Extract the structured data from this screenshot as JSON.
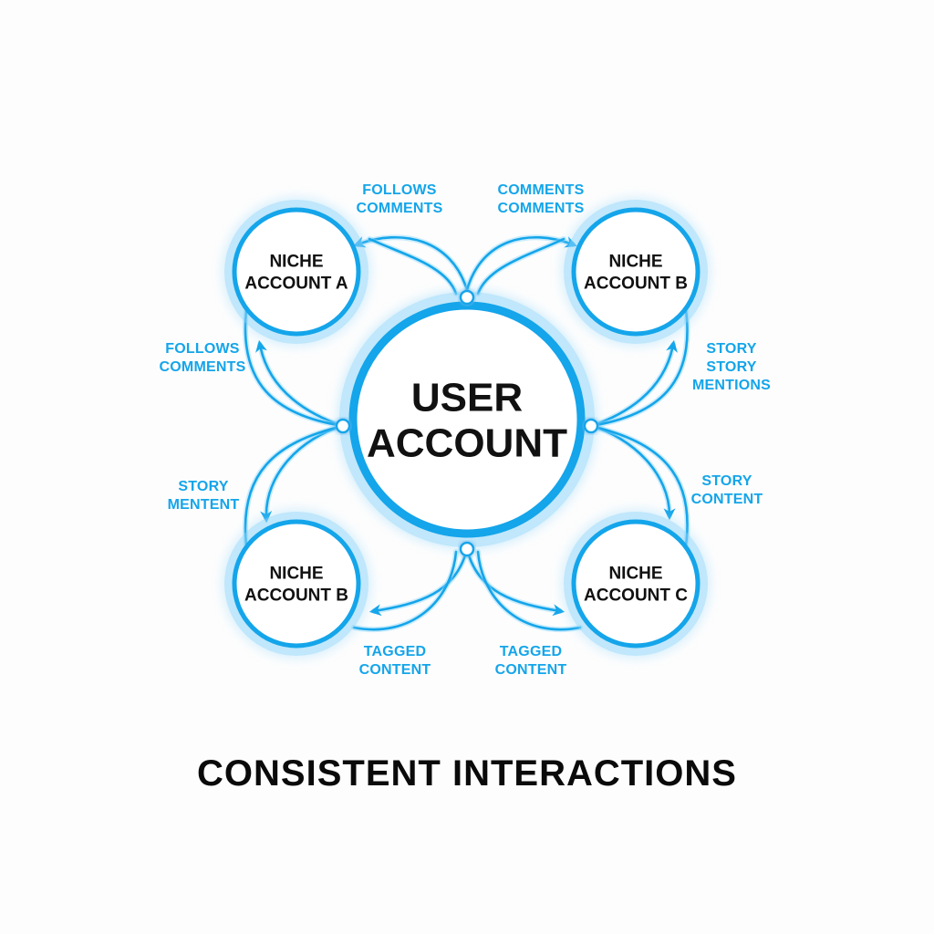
{
  "colors": {
    "accent": "#14a5ea",
    "glow": "#8fd6fb",
    "node_fill": "#ffffff",
    "text": "#111111"
  },
  "diagram": {
    "center": {
      "lines": [
        "USER",
        "ACCOUNT"
      ]
    },
    "nodes": [
      {
        "id": "a",
        "lines": [
          "NICHE",
          "ACCOUNT A"
        ]
      },
      {
        "id": "b-top",
        "lines": [
          "NICHE",
          "ACCOUNT B"
        ]
      },
      {
        "id": "b-bottom",
        "lines": [
          "NICHE",
          "ACCOUNT B"
        ]
      },
      {
        "id": "c",
        "lines": [
          "NICHE",
          "ACCOUNT C"
        ]
      }
    ],
    "edge_labels": [
      {
        "id": "top-left",
        "lines": [
          "FOLLOWS",
          "COMMENTS"
        ]
      },
      {
        "id": "top-right",
        "lines": [
          "COMMENTS",
          "COMMENTS"
        ]
      },
      {
        "id": "left-upper",
        "lines": [
          "FOLLOWS",
          "COMMENTS"
        ]
      },
      {
        "id": "left-lower",
        "lines": [
          "STORY",
          "MENTENT"
        ]
      },
      {
        "id": "right-upper",
        "lines": [
          "STORY",
          "STORY",
          "MENTIONS"
        ]
      },
      {
        "id": "right-lower",
        "lines": [
          "STORY",
          "CONTENT"
        ]
      },
      {
        "id": "bottom-left",
        "lines": [
          "TAGGED",
          "CONTENT"
        ]
      },
      {
        "id": "bottom-right",
        "lines": [
          "TAGGED",
          "CONTENT"
        ]
      }
    ]
  },
  "footer": {
    "title": "CONSISTENT INTERACTIONS"
  }
}
